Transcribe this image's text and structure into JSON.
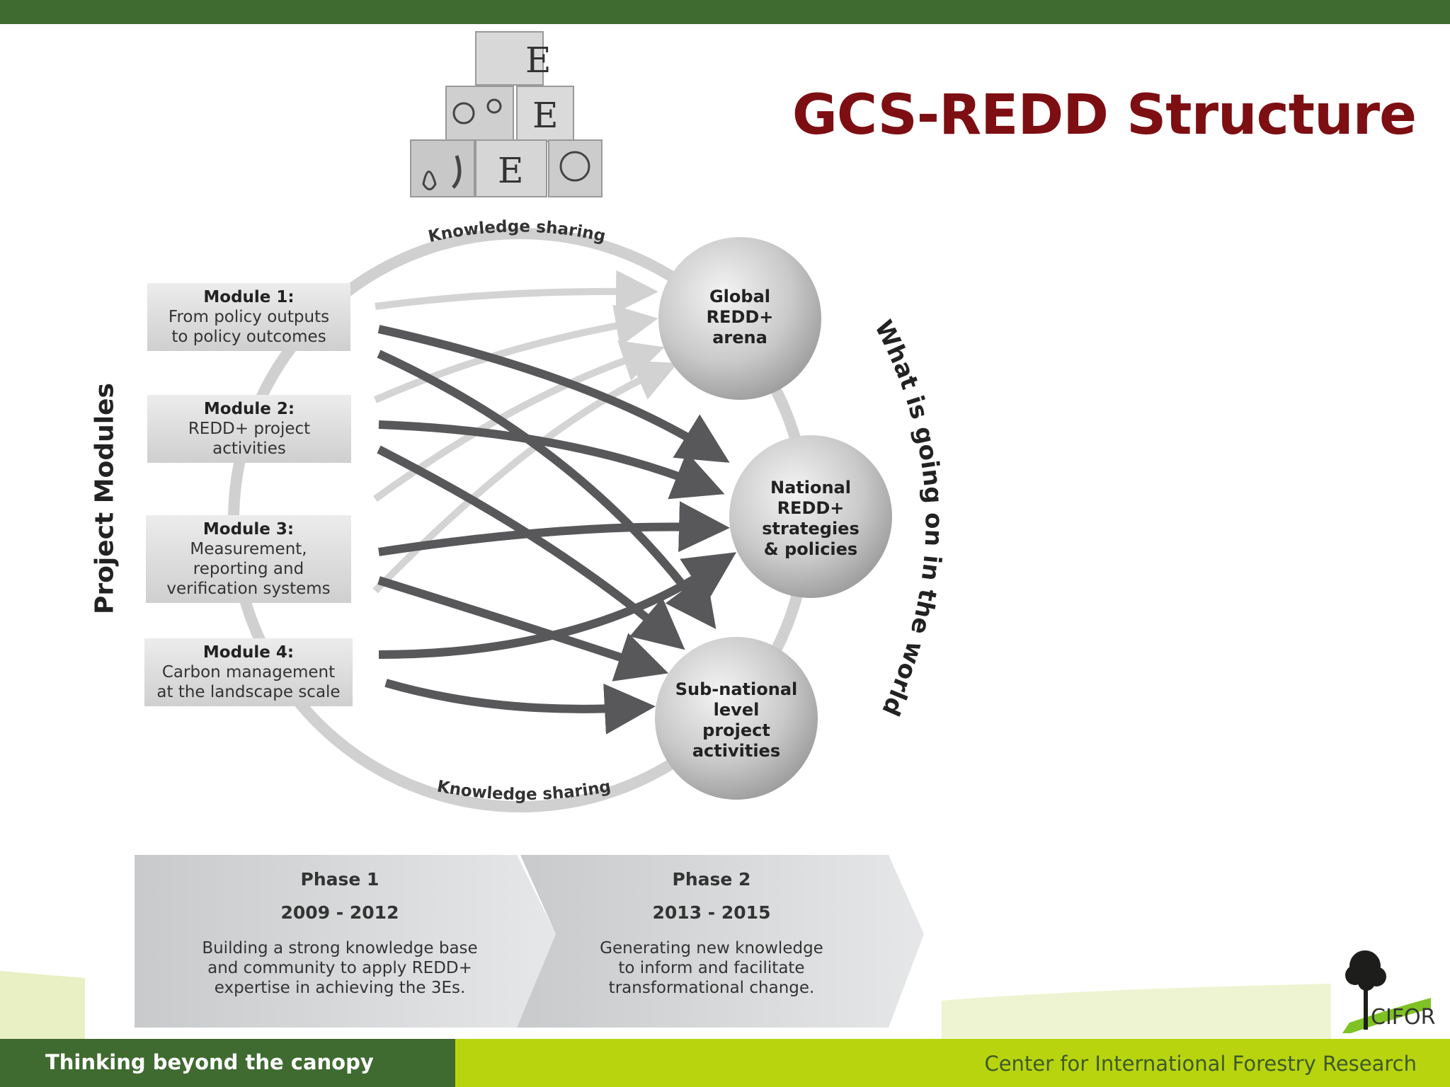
{
  "slide": {
    "title": "GCS-REDD Structure",
    "tagline": "Thinking beyond the canopy",
    "organization": "Center for International Forestry Research",
    "logo_text": "CIFOR"
  },
  "diagram": {
    "cube_letters": [
      "E",
      "E",
      "E"
    ],
    "left_label": "Project Modules",
    "right_label": "What is going on in the world",
    "arc_label_top": "Knowledge sharing",
    "arc_label_bottom": "Knowledge sharing",
    "modules": [
      {
        "title": "Module 1:",
        "description": "From policy outputs\nto policy outcomes"
      },
      {
        "title": "Module 2:",
        "description": "REDD+ project\nactivities"
      },
      {
        "title": "Module 3:",
        "description": "Measurement,\nreporting and\nverification systems"
      },
      {
        "title": "Module 4:",
        "description": "Carbon management\nat the landscape scale"
      }
    ],
    "nodes": [
      {
        "label": "Global\nREDD+\narena"
      },
      {
        "label": "National\nREDD+\nstrategies\n& policies"
      },
      {
        "label": "Sub-national\nlevel\nproject\nactivities"
      }
    ],
    "phases": [
      {
        "name": "Phase 1",
        "years": "2009 - 2012",
        "description": "Building a strong knowledge base\nand community to apply REDD+\nexpertise in achieving the 3Es."
      },
      {
        "name": "Phase 2",
        "years": "2013 - 2015",
        "description": "Generating new knowledge\nto inform and facilitate\ntransformational change."
      }
    ]
  },
  "colors": {
    "header_green": "#3f6a30",
    "footer_lime": "#b8d40e",
    "title_red": "#7d0e12"
  }
}
